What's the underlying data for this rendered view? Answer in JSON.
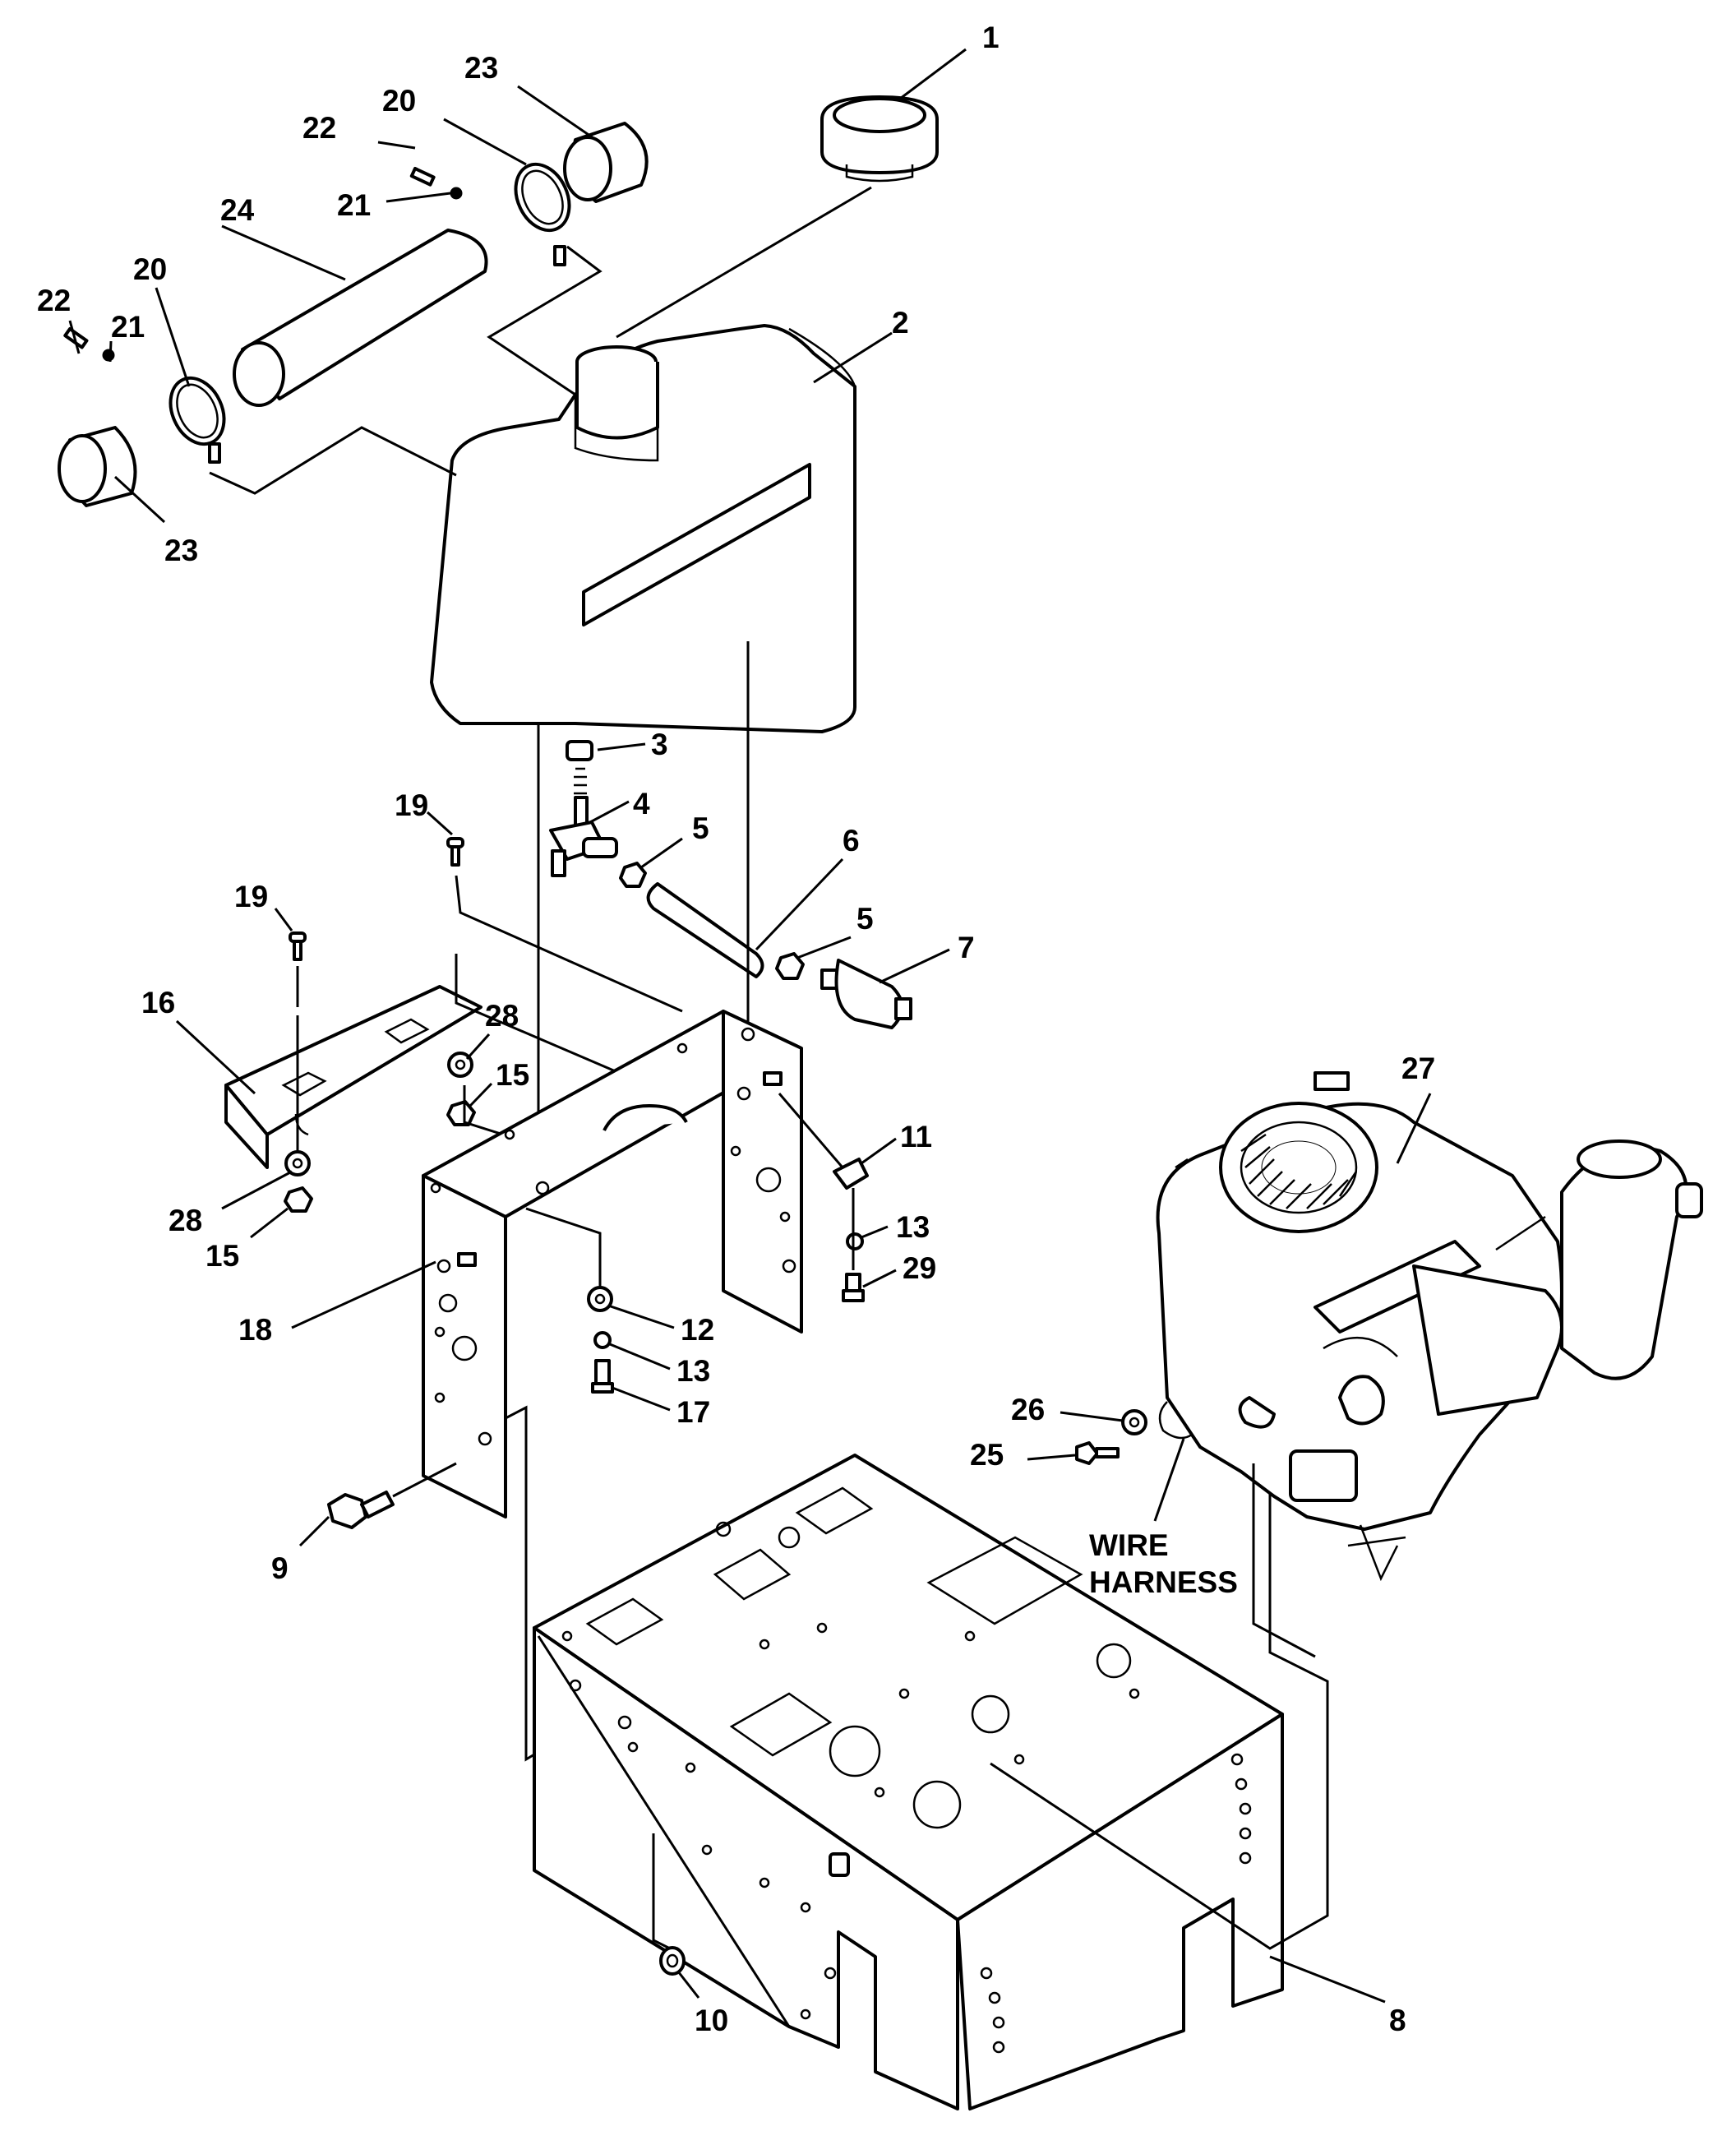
{
  "callouts": {
    "c1": "1",
    "c2": "2",
    "c3": "3",
    "c4": "4",
    "c5a": "5",
    "c5b": "5",
    "c6": "6",
    "c7": "7",
    "c8": "8",
    "c9": "9",
    "c10": "10",
    "c11": "11",
    "c12": "12",
    "c13a": "13",
    "c13b": "13",
    "c15a": "15",
    "c15b": "15",
    "c16": "16",
    "c17": "17",
    "c18": "18",
    "c19a": "19",
    "c19b": "19",
    "c20a": "20",
    "c20b": "20",
    "c21a": "21",
    "c21b": "21",
    "c22a": "22",
    "c22b": "22",
    "c23a": "23",
    "c23b": "23",
    "c24": "24",
    "c25": "25",
    "c26": "26",
    "c27": "27",
    "c28a": "28",
    "c28b": "28",
    "c29": "29"
  },
  "labels": {
    "wire_line1": "WIRE",
    "wire_line2": "HARNESS"
  },
  "icons": [
    "fuel-cap",
    "fuel-tank",
    "fuel-valve",
    "fuel-filter",
    "engine",
    "frame",
    "support-bracket",
    "cover-plate",
    "fuel-line",
    "clamp",
    "cap-end"
  ]
}
